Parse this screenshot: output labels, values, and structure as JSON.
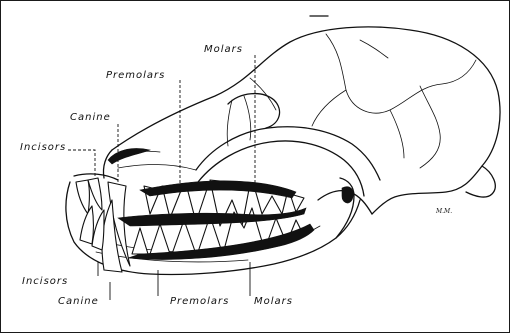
{
  "labels": {
    "molars_top": "Molars",
    "premolars_top": "Premolars",
    "canine_top": "Canine",
    "incisors_top": "Incisors",
    "incisors_bottom": "Incisors",
    "canine_bottom": "Canine",
    "premolars_bottom": "Premolars",
    "molars_bottom": "Molars"
  },
  "signature": "M.M.",
  "colors": {
    "ink": "#111111",
    "background": "#ffffff"
  }
}
